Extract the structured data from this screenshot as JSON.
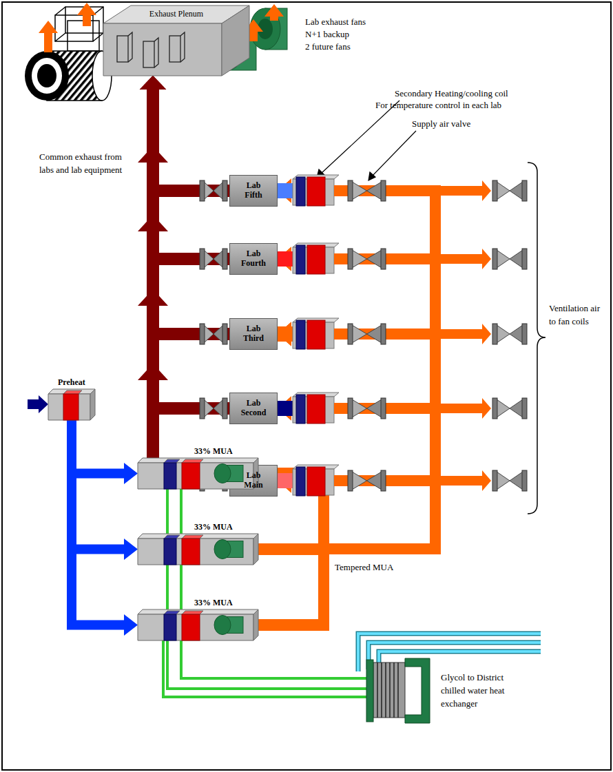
{
  "diagram": {
    "nodes": [
      {
        "text": [
          "Exhaust Plenum"
        ]
      },
      {
        "text": [
          "Lab Fifth"
        ]
      },
      {
        "text": [
          "Lab Fourth"
        ]
      },
      {
        "text": [
          "Lab Third"
        ]
      },
      {
        "text": [
          "Lab Second"
        ]
      },
      {
        "text": [
          "Lab Main"
        ]
      },
      {
        "text": [
          "Preheat"
        ]
      },
      {
        "text": [
          "33% MUA"
        ]
      },
      {
        "text": [
          "33% MUA"
        ]
      },
      {
        "text": [
          "33% MUA"
        ]
      }
    ],
    "edges": [
      {
        "from": 1,
        "to": 0,
        "arrow": "to"
      },
      {
        "from": 2,
        "to": 0,
        "arrow": "to"
      },
      {
        "from": 3,
        "to": 0,
        "arrow": "to"
      },
      {
        "from": 4,
        "to": 0,
        "arrow": "to"
      },
      {
        "from": 5,
        "to": 0,
        "arrow": "to"
      },
      {
        "from": 6,
        "to": 7,
        "arrow": "to"
      },
      {
        "from": 6,
        "to": 8,
        "arrow": "to"
      },
      {
        "from": 6,
        "to": 9,
        "arrow": "to"
      },
      {
        "from": 7,
        "to": 1,
        "arrow": "to"
      },
      {
        "from": 7,
        "to": 2,
        "arrow": "to"
      },
      {
        "from": 7,
        "to": 3,
        "arrow": "to"
      },
      {
        "from": 7,
        "to": 4,
        "arrow": "to"
      },
      {
        "from": 7,
        "to": 5,
        "arrow": "to"
      },
      {
        "from": 8,
        "to": 1,
        "arrow": "to"
      },
      {
        "from": 8,
        "to": 2,
        "arrow": "to"
      },
      {
        "from": 8,
        "to": 3,
        "arrow": "to"
      },
      {
        "from": 8,
        "to": 4,
        "arrow": "to"
      },
      {
        "from": 8,
        "to": 5,
        "arrow": "to"
      },
      {
        "from": 9,
        "to": 1,
        "arrow": "to"
      },
      {
        "from": 9,
        "to": 2,
        "arrow": "to"
      },
      {
        "from": 9,
        "to": 3,
        "arrow": "to"
      },
      {
        "from": 9,
        "to": 4,
        "arrow": "to"
      },
      {
        "from": 9,
        "to": 5,
        "arrow": "to"
      }
    ],
    "labels": [
      "Lab exhaust fans",
      "N+1 backup",
      "2 future fans",
      "Secondary Heating/cooling coil",
      "For temperature control in each lab",
      "Supply air valve",
      "Common exhaust from labs and lab equipment",
      "Ventilation air to fan coils",
      "Tempered MUA",
      "Glycol to District chilled water heat exchanger"
    ]
  }
}
